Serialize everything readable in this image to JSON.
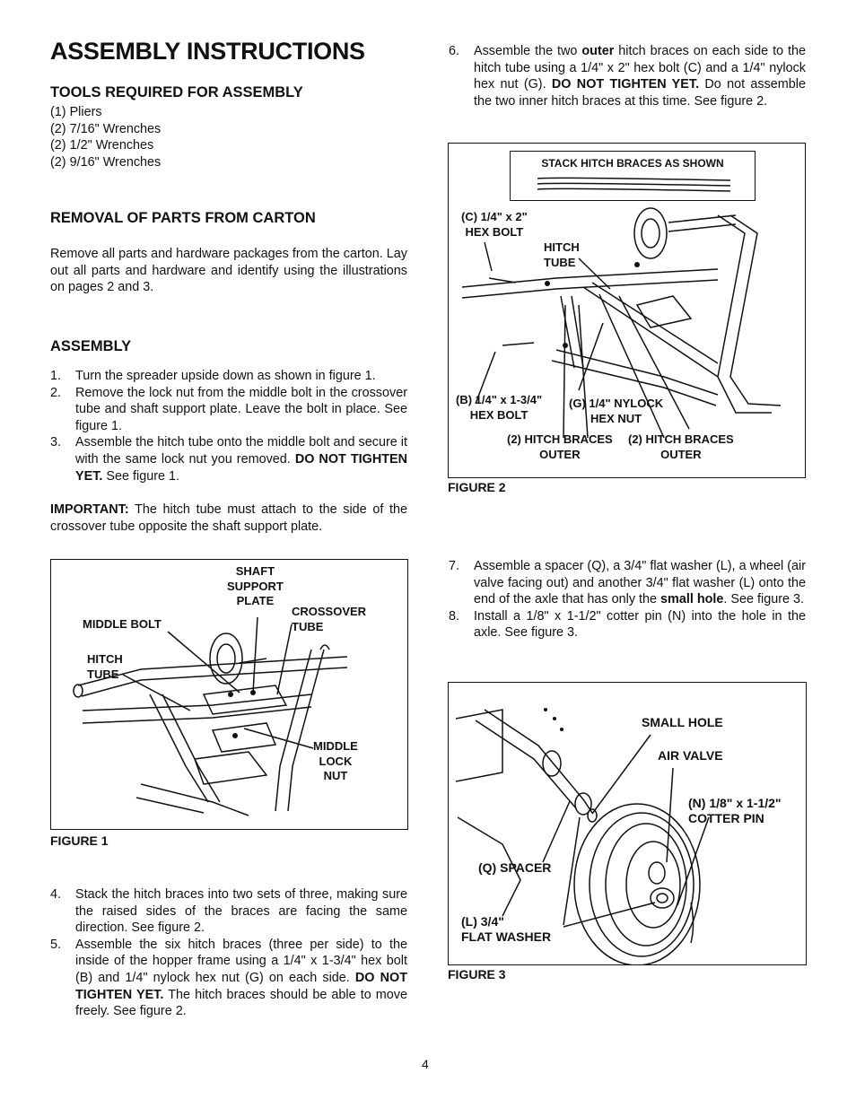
{
  "title": "ASSEMBLY INSTRUCTIONS",
  "tools": {
    "heading": "TOOLS REQUIRED FOR ASSEMBLY",
    "items": [
      "(1)  Pliers",
      "(2)  7/16\" Wrenches",
      "(2)  1/2\" Wrenches",
      "(2)  9/16\" Wrenches"
    ]
  },
  "removal": {
    "heading": "REMOVAL OF PARTS FROM CARTON",
    "text": "Remove all parts and hardware packages from the carton. Lay out all parts and hardware and identify using the illustrations on pages 2 and 3."
  },
  "assembly": {
    "heading": "ASSEMBLY",
    "steps": [
      {
        "num": "1.",
        "text": "Turn the spreader upside down as shown in figure 1."
      },
      {
        "num": "2.",
        "text": "Remove the lock nut from the middle bolt in the crossover tube and shaft support plate. Leave the bolt in place. See figure 1."
      },
      {
        "num": "3.",
        "pre": "Assemble the hitch tube onto the middle bolt and secure it with the same lock nut you removed. ",
        "bold": "DO NOT TIGHTEN YET.",
        "post": " See figure 1."
      }
    ],
    "important_label": "IMPORTANT:",
    "important_text": " The hitch tube must attach to the side of the crossover tube opposite the shaft support plate."
  },
  "steps_4_5": [
    {
      "num": "4.",
      "text": "Stack the hitch braces into two sets of three, making sure the raised sides of the braces are facing the same direction.  See figure 2."
    },
    {
      "num": "5.",
      "pre": "Assemble the six hitch braces (three per side) to the inside of the hopper frame using a 1/4\" x 1-3/4\" hex bolt (B) and 1/4\" nylock hex nut (G) on each side. ",
      "bold": "DO NOT TIGHTEN YET.",
      "post": " The hitch braces should be able to move freely.  See figure 2."
    }
  ],
  "step_6": {
    "num": "6.",
    "pre": "Assemble the two ",
    "bold1": "outer",
    "mid": " hitch braces on each side to the hitch tube using a 1/4\" x 2\" hex bolt (C) and a 1/4\" nylock hex nut (G). ",
    "bold2": "DO NOT TIGHTEN YET.",
    "post": " Do not assemble the two inner hitch braces at this time. See figure 2."
  },
  "steps_7_8": [
    {
      "num": "7.",
      "pre": "Assemble a spacer (Q), a 3/4\" flat washer (L), a wheel (air valve facing out) and another 3/4\" flat washer (L) onto the end of the axle that has only the ",
      "bold": "small hole",
      "post": ". See figure 3."
    },
    {
      "num": "8.",
      "text": "Install a 1/8\" x 1-1/2\" cotter pin (N) into the hole in the axle. See figure 3."
    }
  ],
  "figure1": {
    "caption": "FIGURE 1",
    "labels": {
      "shaft_support_plate": "SHAFT\nSUPPORT\nPLATE",
      "crossover_tube": "CROSSOVER\nTUBE",
      "middle_bolt": "MIDDLE BOLT",
      "hitch_tube": "HITCH\nTUBE",
      "middle_lock_nut": "MIDDLE\nLOCK\nNUT"
    }
  },
  "figure2": {
    "caption": "FIGURE 2",
    "labels": {
      "stack": "STACK HITCH BRACES AS SHOWN",
      "c_bolt": "(C) 1/4\" x 2\"\nHEX BOLT",
      "hitch_tube": "HITCH\nTUBE",
      "b_bolt": "(B) 1/4\" x 1-3/4\"\nHEX BOLT",
      "g_nut": "(G) 1/4\" NYLOCK\nHEX NUT",
      "braces_left": "(2) HITCH BRACES\nOUTER",
      "braces_right": "(2) HITCH BRACES\nOUTER"
    }
  },
  "figure3": {
    "caption": "FIGURE 3",
    "labels": {
      "small_hole": "SMALL HOLE",
      "air_valve": "AIR VALVE",
      "cotter_pin": "(N) 1/8\" x 1-1/2\"\nCOTTER PIN",
      "spacer": "(Q) SPACER",
      "flat_washer": "(L) 3/4\"\nFLAT WASHER"
    }
  },
  "page_number": "4"
}
